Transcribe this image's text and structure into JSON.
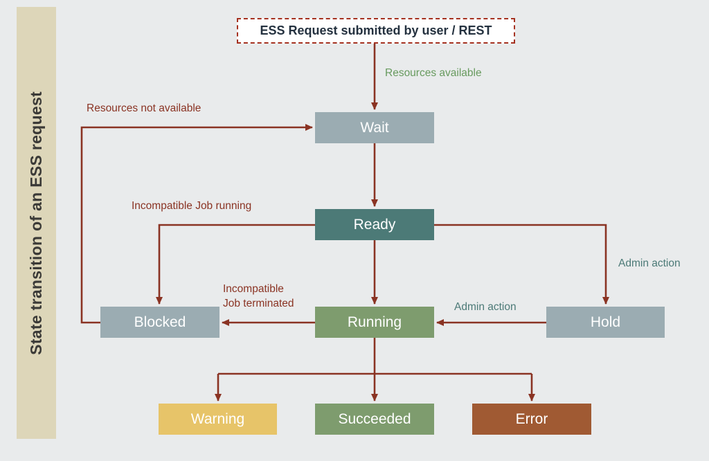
{
  "sidebar": {
    "title": "State transition of an ESS request"
  },
  "diagram": {
    "start_label": "ESS Request submitted by user / REST",
    "states": {
      "wait": "Wait",
      "ready": "Ready",
      "blocked": "Blocked",
      "running": "Running",
      "hold": "Hold",
      "warning": "Warning",
      "succeeded": "Succeeded",
      "error": "Error"
    },
    "transitions": {
      "resources_available": "Resources available",
      "resources_not_available": "Resources not available",
      "incompatible_job_running": "Incompatible Job running",
      "incompatible_job_terminated": "Incompatible Job terminated",
      "admin_action_hold": "Admin action",
      "admin_action_resume": "Admin action"
    }
  },
  "colors": {
    "background": "#e9ebec",
    "sidebar": "#ddd6b9",
    "arrow": "#8a3323",
    "start_border": "#a53120",
    "state_gray": "#9bacb2",
    "state_teal": "#4c7a77",
    "state_green": "#7e9c6e",
    "state_yellow": "#e7c469",
    "state_rust": "#a05a33",
    "label_red": "#8a3323",
    "label_green": "#679a5e",
    "label_teal": "#4c7a77"
  }
}
